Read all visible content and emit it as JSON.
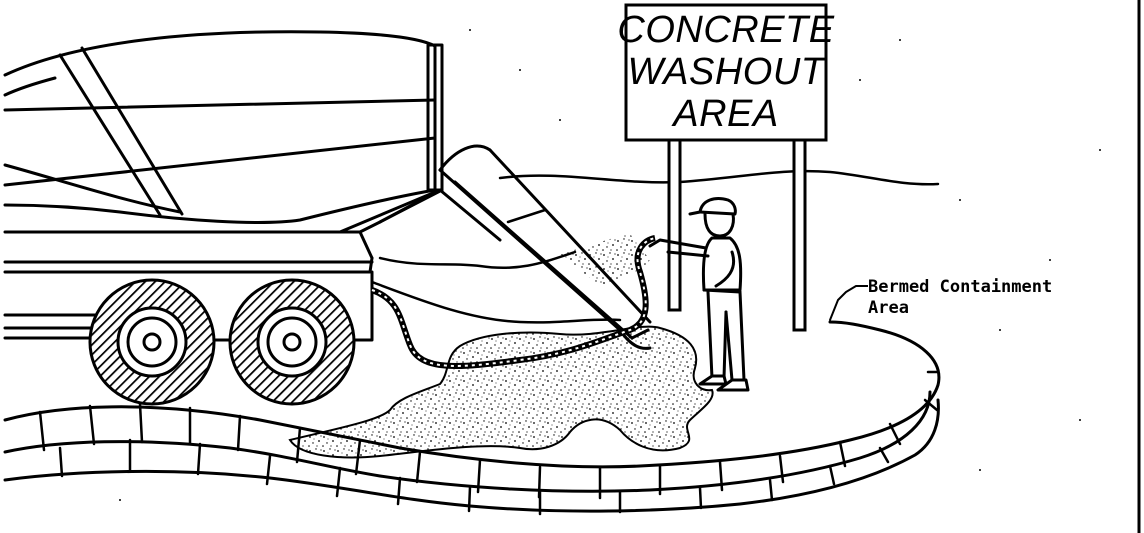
{
  "sign": {
    "lines": [
      "CONCRETE",
      "WASHOUT",
      "AREA"
    ]
  },
  "callout": {
    "lines": [
      "Bermed Containment",
      "Area"
    ]
  },
  "colors": {
    "ink": "#000000",
    "paper": "#ffffff",
    "stipple": "#000000"
  },
  "icons": [
    "mixer-truck-icon",
    "worker-icon",
    "hose-icon",
    "chute-icon",
    "sign-icon"
  ]
}
